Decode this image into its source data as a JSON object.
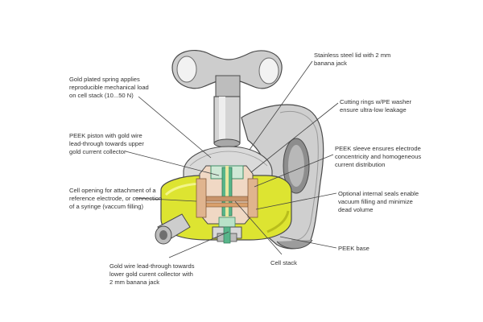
{
  "colors": {
    "yellow": "#dde431",
    "yellow_dark": "#b8bd1c",
    "grey_light": "#d6d6d6",
    "grey_mid": "#a9a9a9",
    "grey_dark": "#6f6f6f",
    "copper": "#c8936a",
    "green": "#58b58a",
    "leader": "#444444"
  },
  "labels": [
    {
      "id": "spring",
      "lines": [
        "Gold plated spring applies",
        "reproducible mechanical load",
        "on cell stack (10...50 N)"
      ]
    },
    {
      "id": "piston",
      "lines": [
        "PEEK piston with gold wire",
        "lead-through towards upper",
        "gold current collector"
      ]
    },
    {
      "id": "opening",
      "lines": [
        "Cell opening for attachment of a",
        "reference electrode, or connection",
        "of a syringe (vaccum filling)"
      ]
    },
    {
      "id": "lower-wire",
      "lines": [
        "Gold wire lead-through towards",
        "lower gold curent collector with",
        "2 mm banana jack"
      ]
    },
    {
      "id": "cell-stack",
      "lines": [
        "Cell stack"
      ]
    },
    {
      "id": "lid",
      "lines": [
        "Stainless steel lid with 2 mm",
        "banana jack"
      ]
    },
    {
      "id": "rings",
      "lines": [
        "Cutting rings w/PE washer",
        "ensure ultra-low leakage"
      ]
    },
    {
      "id": "sleeve",
      "lines": [
        "PEEK sleeve ensures electrode",
        "concentricity and homogeneous",
        "current distribution"
      ]
    },
    {
      "id": "seals",
      "lines": [
        "Optional internal seals enable",
        "vacuum filling and minimize",
        "dead volume"
      ]
    },
    {
      "id": "base",
      "lines": [
        "PEEK base"
      ]
    }
  ]
}
